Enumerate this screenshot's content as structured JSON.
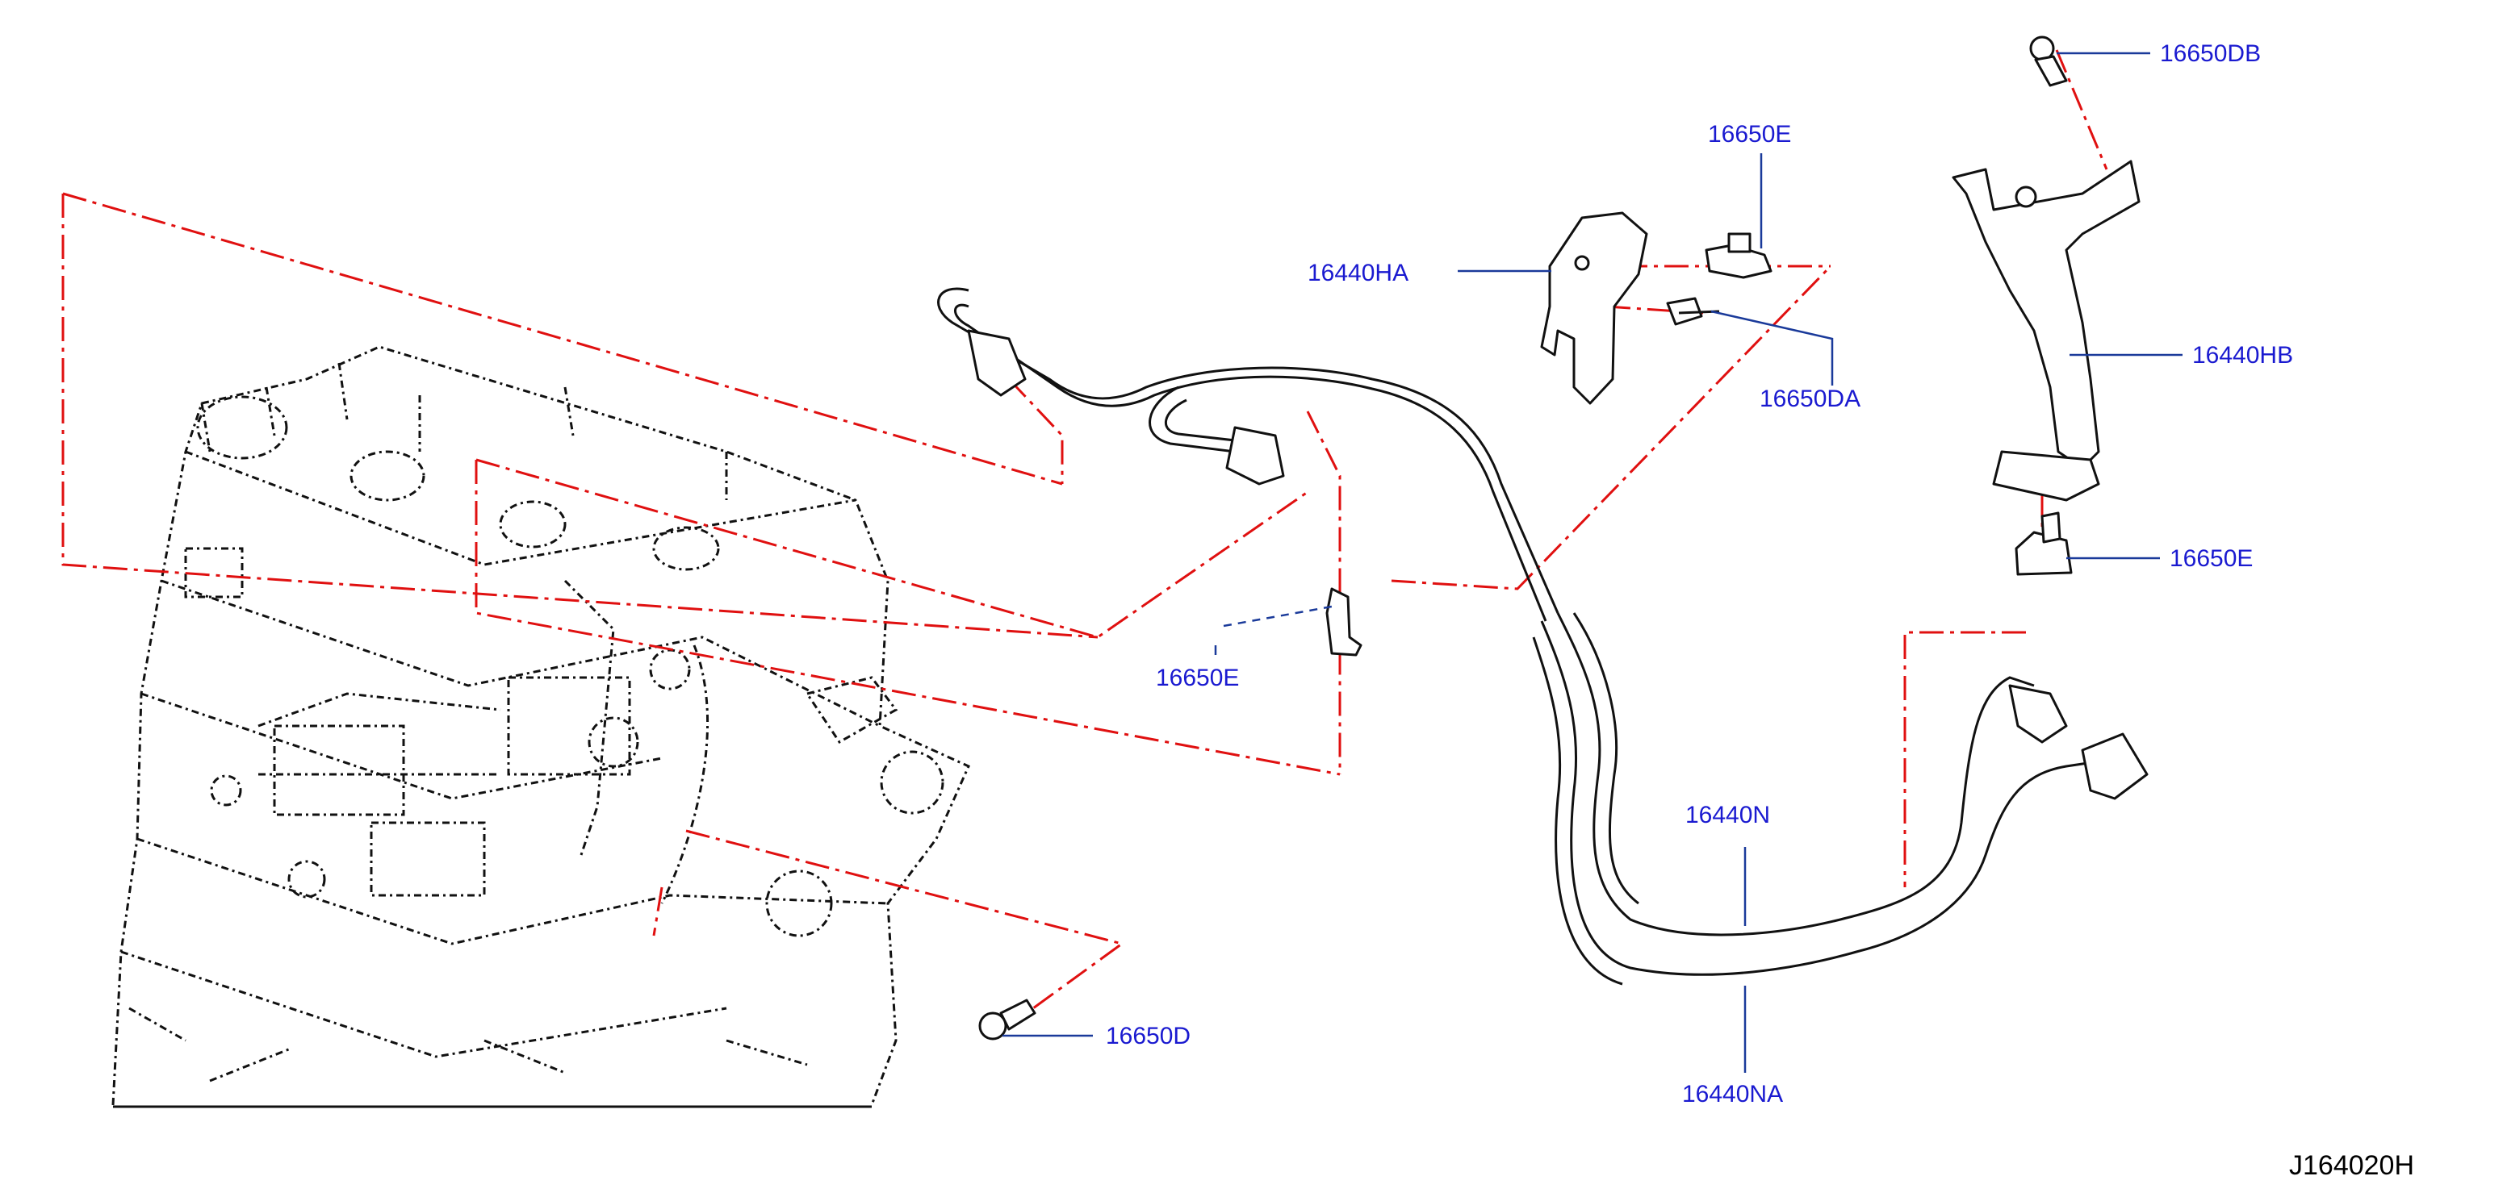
{
  "diagram_code": "J164020H",
  "parts": [
    {
      "id": "16650DB",
      "label": "16650DB"
    },
    {
      "id": "16650E-top",
      "label": "16650E"
    },
    {
      "id": "16440HA",
      "label": "16440HA"
    },
    {
      "id": "16650DA",
      "label": "16650DA"
    },
    {
      "id": "16440HB",
      "label": "16440HB"
    },
    {
      "id": "16650E-right",
      "label": "16650E"
    },
    {
      "id": "16650E-center",
      "label": "16650E"
    },
    {
      "id": "16440N",
      "label": "16440N"
    },
    {
      "id": "16650D",
      "label": "16650D"
    },
    {
      "id": "16440NA",
      "label": "16440NA"
    }
  ],
  "colors": {
    "label": "#1a1ad0",
    "leader": "#1a3a9a",
    "alignment_line": "#e01010",
    "linework": "#111111"
  }
}
